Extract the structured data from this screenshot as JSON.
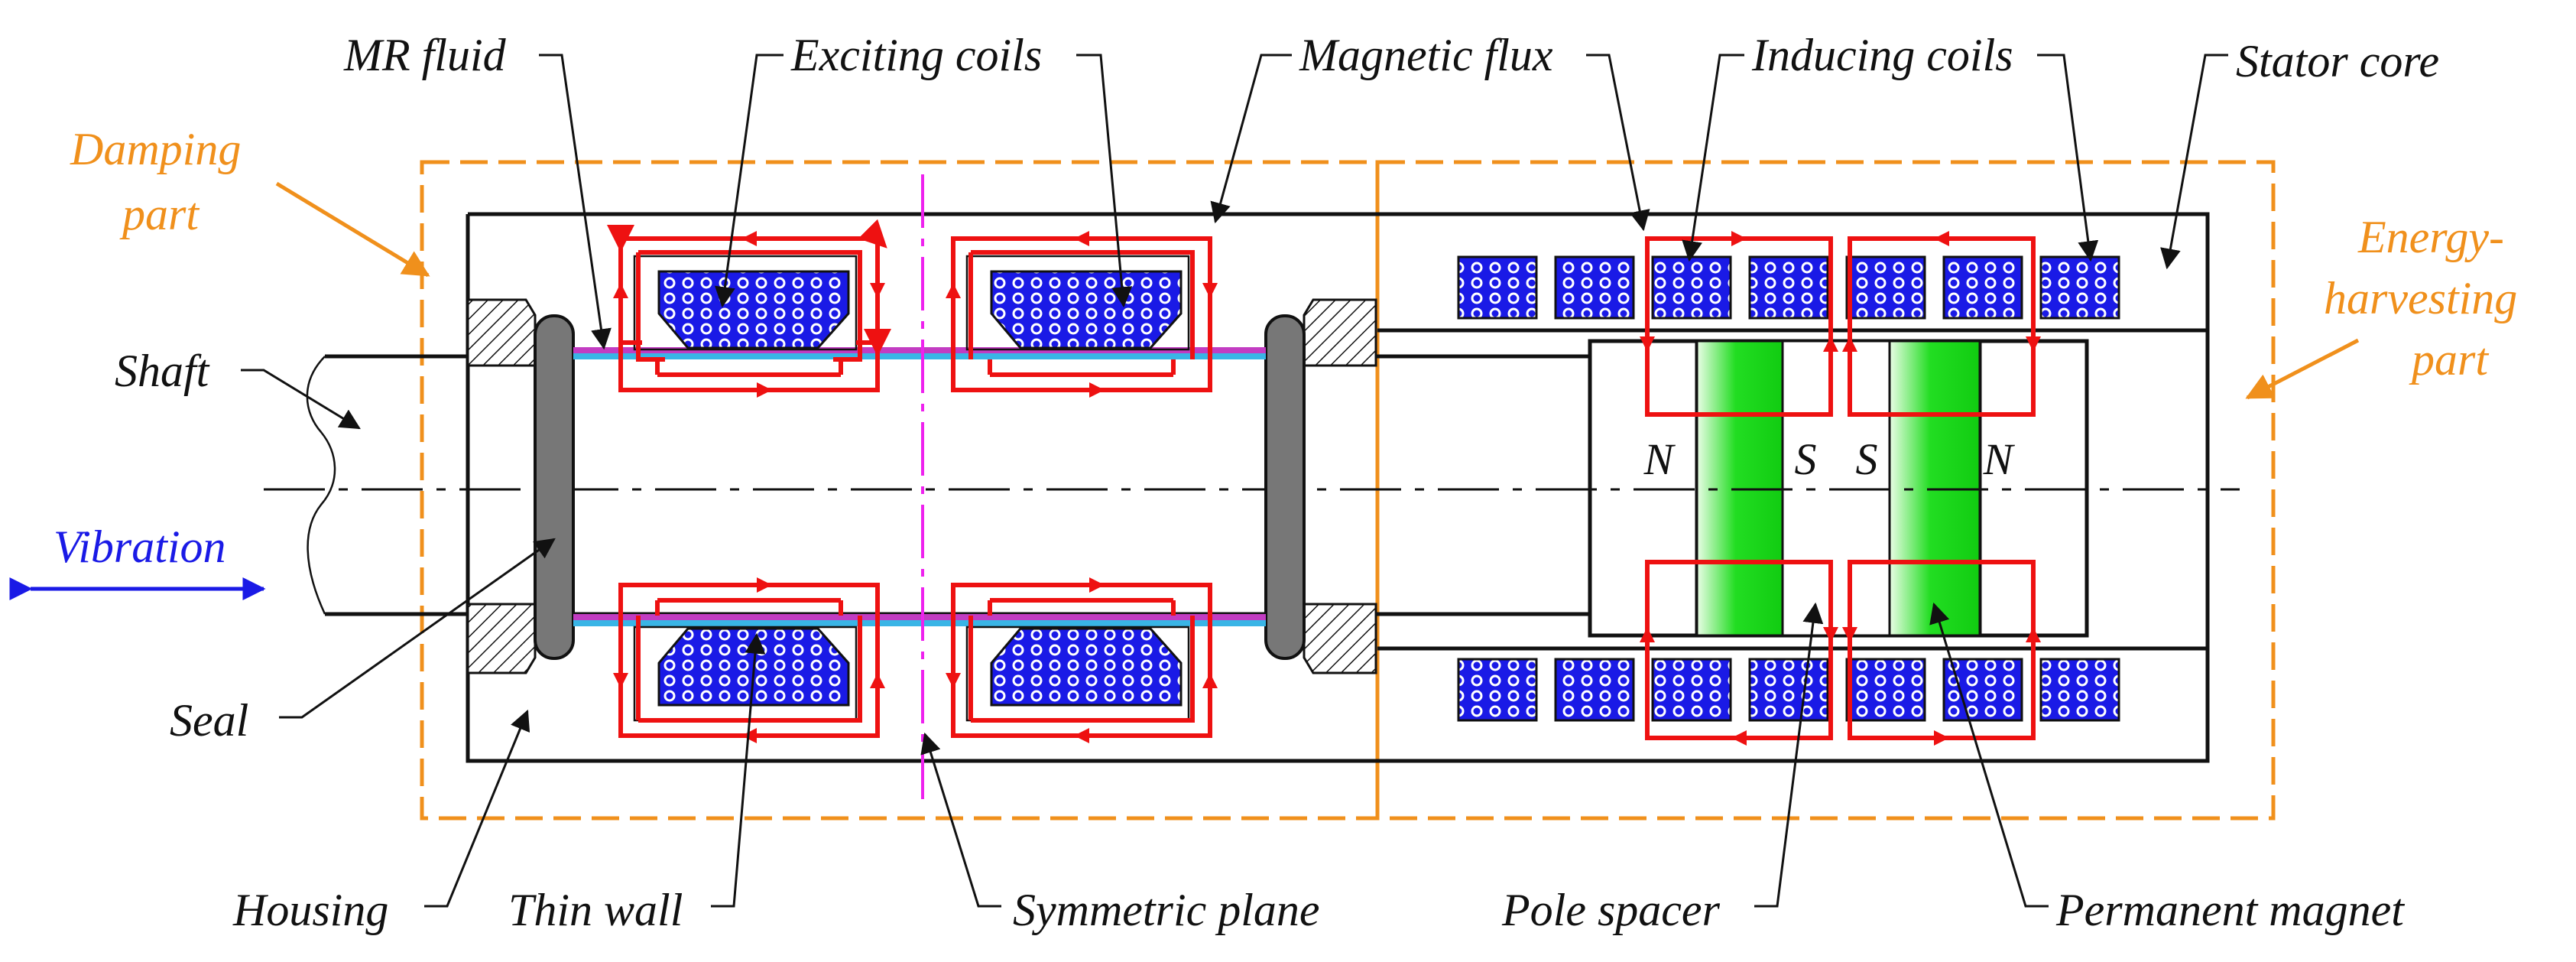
{
  "labels": {
    "mr_fluid": "MR fluid",
    "exciting_coils": "Exciting coils",
    "magnetic_flux": "Magnetic flux",
    "inducing_coils": "Inducing coils",
    "stator_core": "Stator core",
    "damping_part_line1": "Damping",
    "damping_part_line2": "part",
    "energy_part_line1": "Energy-",
    "energy_part_line2": "harvesting",
    "energy_part_line3": "part",
    "shaft": "Shaft",
    "vibration": "Vibration",
    "seal": "Seal",
    "housing": "Housing",
    "thin_wall": "Thin wall",
    "symmetric_plane": "Symmetric plane",
    "pole_spacer": "Pole spacer",
    "permanent_magnet": "Permanent magnet"
  },
  "poles": [
    "N",
    "S",
    "S",
    "N"
  ],
  "colors": {
    "flux": "#ee1111",
    "coil": "#1a1ae6",
    "magnet": "#22dd22",
    "section_frame": "#f0901c",
    "symmetric_plane": "#ee22ee",
    "mr_fluid": "#c23cc2",
    "thin_wall": "#39b5e6",
    "seal": "#777777",
    "vibration_arrow": "#1a1ae6"
  }
}
